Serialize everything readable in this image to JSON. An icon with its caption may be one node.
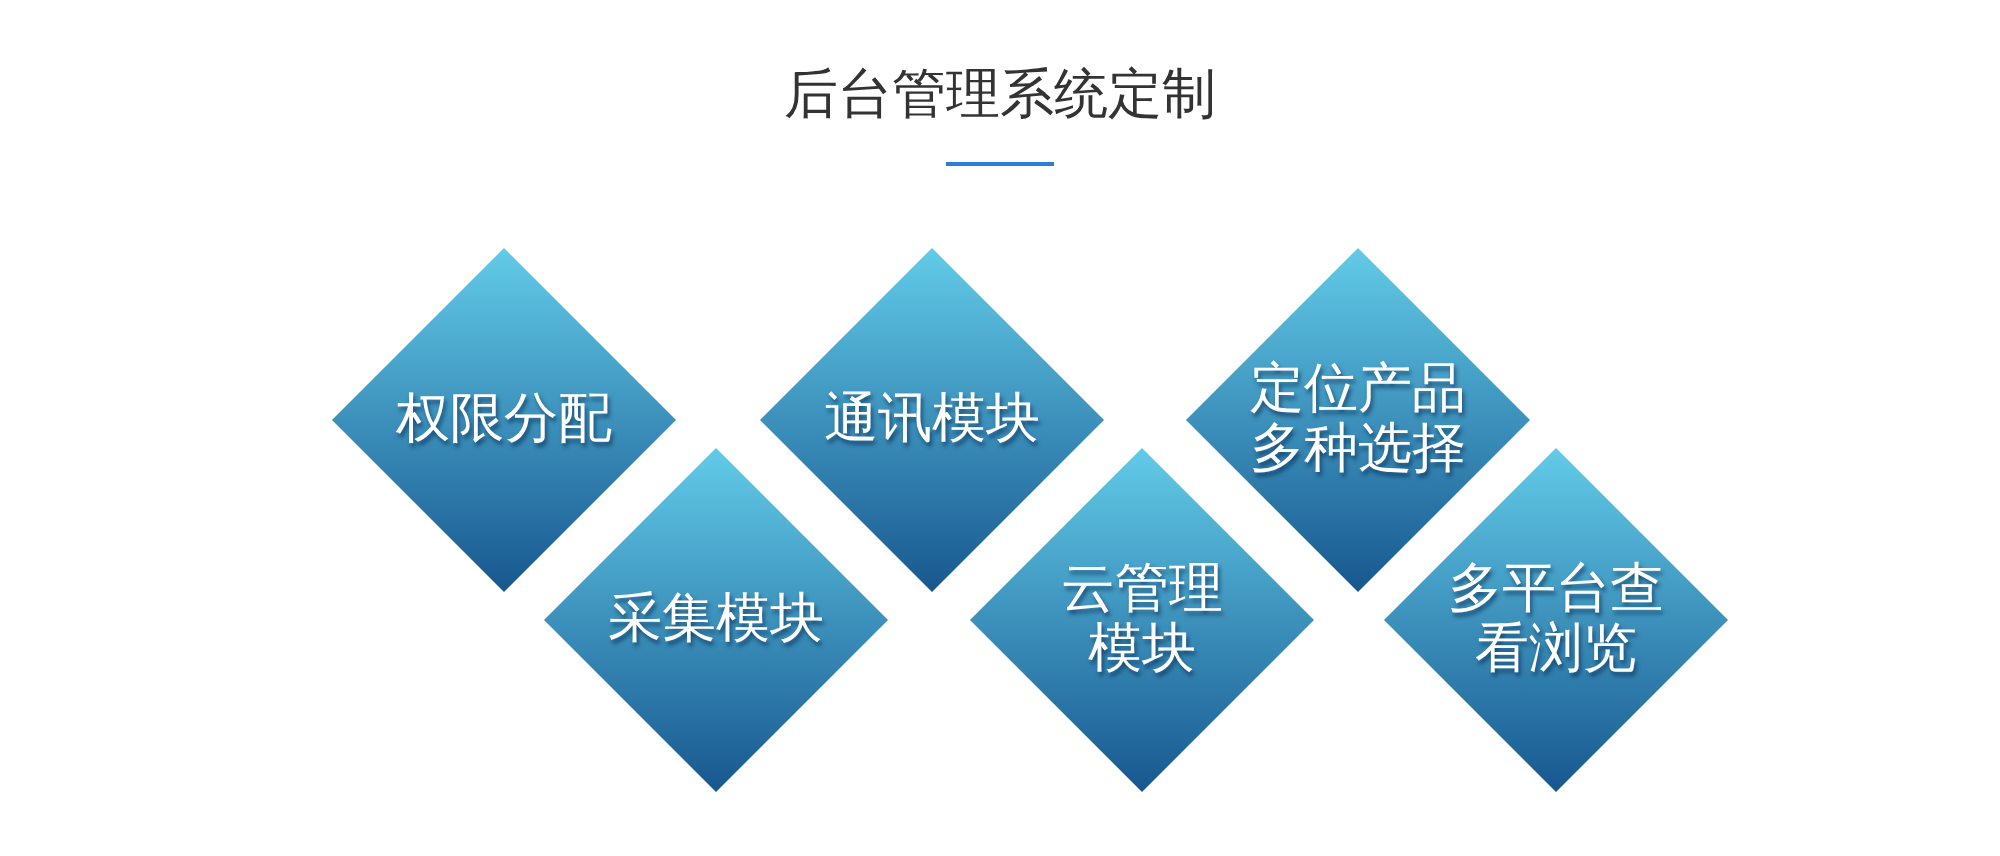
{
  "diagram": {
    "title": "后台管理系统定制",
    "nodes": [
      {
        "text": [
          "权限分配"
        ]
      },
      {
        "text": [
          "采集模块"
        ]
      },
      {
        "text": [
          "通讯模块"
        ]
      },
      {
        "text": [
          "云管理模块"
        ]
      },
      {
        "text": [
          "定位产品多种选择"
        ]
      },
      {
        "text": [
          "多平台查看浏览"
        ]
      }
    ]
  }
}
